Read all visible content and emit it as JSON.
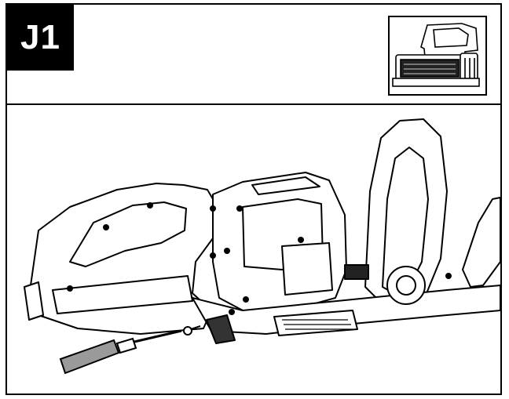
{
  "step": {
    "label": "J1"
  },
  "thumbnail_icon": "hedge-trimmer-thumbnail",
  "main_illustration_icon": "hedge-trimmer-screw-removal-illustration",
  "colors": {
    "ink": "#000000",
    "background": "#ffffff",
    "screwdriver_handle": "#9a9a9a"
  }
}
